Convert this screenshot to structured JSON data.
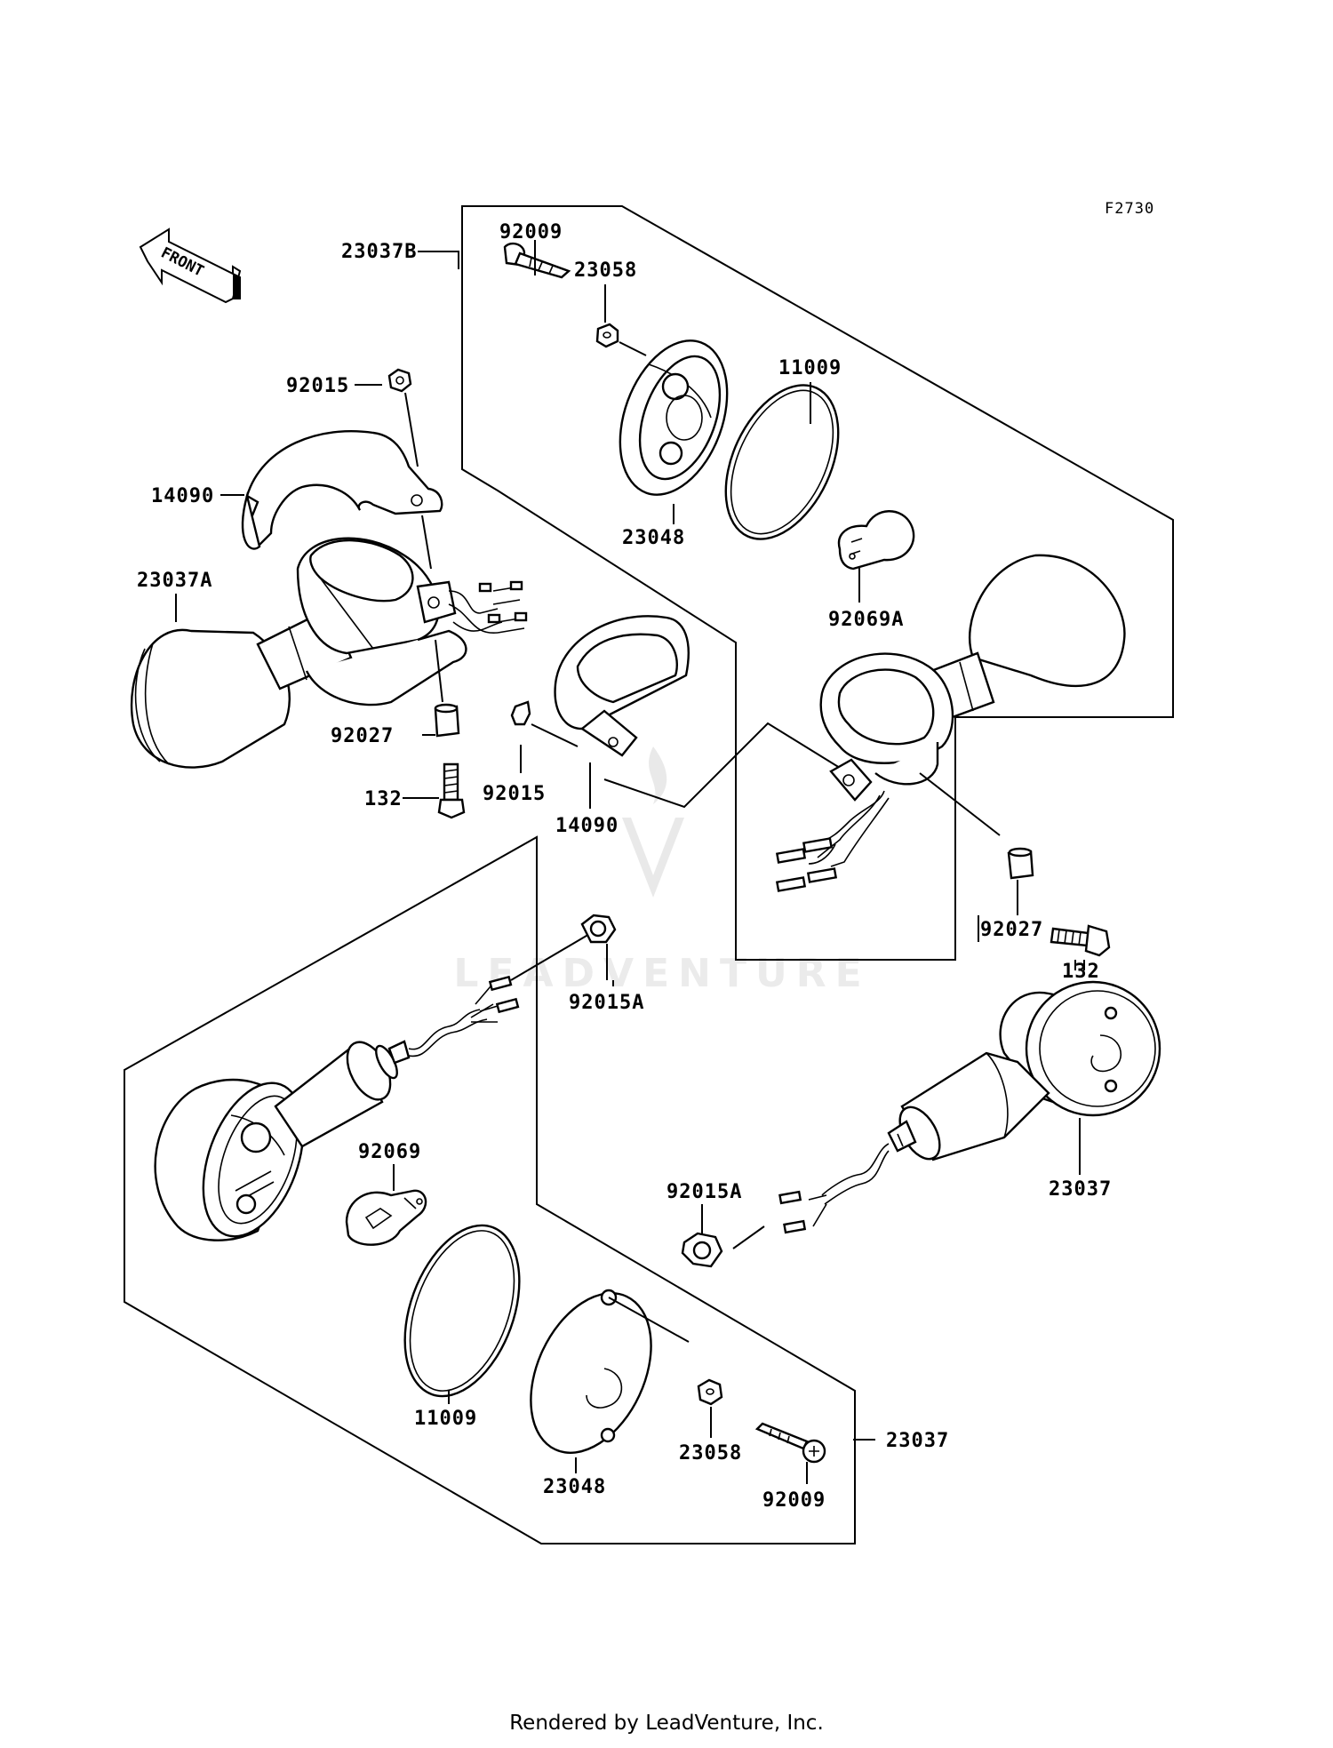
{
  "diagram": {
    "code": "F2730",
    "front_label": "FRONT",
    "footer": "Rendered by LeadVenture, Inc.",
    "watermark": "LEADVENTURE",
    "colors": {
      "line": "#000000",
      "background": "#ffffff",
      "watermark": "#cfcfcf"
    }
  },
  "labels": {
    "p23037B": "23037B",
    "p92009_top": "92009",
    "p23058_top": "23058",
    "p11009_top": "11009",
    "p23048_top": "23048",
    "p92069A": "92069A",
    "p92015_top": "92015",
    "p14090_left": "14090",
    "p23037A": "23037A",
    "p92027_left": "92027",
    "p132_left": "132",
    "p92015_mid": "92015",
    "p14090_mid": "14090",
    "p92027_right": "92027",
    "p132_right": "132",
    "p92015A_mid": "92015A",
    "p92069": "92069",
    "p23037_right": "23037",
    "p92015A_right": "92015A",
    "p11009_bottom": "11009",
    "p23048_bottom": "23048",
    "p23058_bottom": "23058",
    "p92009_bottom": "92009",
    "p23037_bottom": "23037"
  }
}
